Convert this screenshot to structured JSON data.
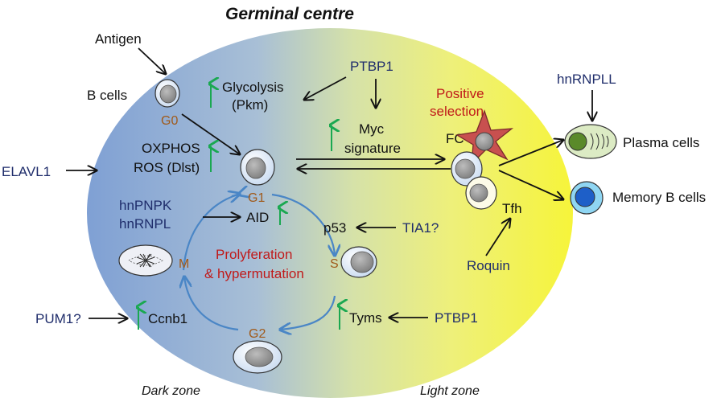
{
  "title": "Germinal centre",
  "zones": {
    "dark": "Dark zone",
    "light": "Light zone"
  },
  "labels": {
    "antigen": "Antigen",
    "b_cells": "B cells",
    "g0": "G0",
    "glycolysis_1": "Glycolysis",
    "glycolysis_2": "(Pkm)",
    "ptbp1_top": "PTBP1",
    "myc_1": "Myc",
    "myc_2": "signature",
    "positive_1": "Positive",
    "positive_2": "selection",
    "fc": "FC",
    "hnrnpll": "hnRNPLL",
    "plasma": "Plasma cells",
    "memory": "Memory B cells",
    "elavl1": "ELAVL1",
    "oxphos": "OXPHOS",
    "ros": "ROS (Dlst)",
    "g1": "G1",
    "hnpnpk": "hnPNPK",
    "hnrnpl": "hnRNPL",
    "aid": "AID",
    "p53": "p53",
    "tia1": "TIA1?",
    "tfh": "Tfh",
    "s": "S",
    "m": "M",
    "prolif_1": "Prolyferation",
    "prolif_2": "& hypermutation",
    "roquin": "Roquin",
    "pum1": "PUM1?",
    "ccnb1": "Ccnb1",
    "tyms": "Tyms",
    "ptbp1_bottom": "PTBP1",
    "g2": "G2"
  },
  "colors": {
    "dark_zone": "#8aaad8",
    "light_zone": "#f4f23c",
    "up_arrow": "#1aa851",
    "cycle_arrow": "#4a86c6",
    "regulator_text": "#1f2d6b",
    "phase_text": "#a05a1a",
    "highlight_text": "#c01a1a",
    "fdc_star": "#c8504f",
    "plasma_cell": "#d9e8c0",
    "memory_cell": "#2aa7e0"
  }
}
